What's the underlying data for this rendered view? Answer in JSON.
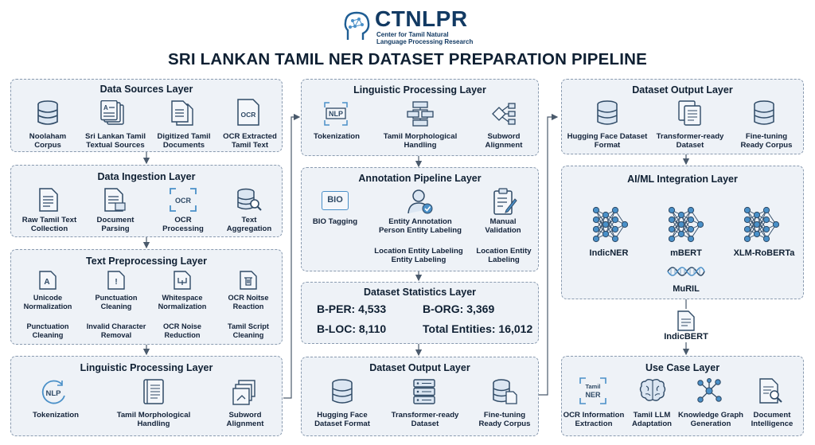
{
  "header": {
    "logo_name": "CTNLPR",
    "logo_subtitle_1": "Center for Tamil Natural",
    "logo_subtitle_2": "Language Processing Research",
    "title": "SRI LANKAN TAMIL NER DATASET PREPARATION PIPELINE"
  },
  "left": {
    "sources": {
      "title": "Data Sources Layer",
      "items": [
        {
          "label": "Noolaham\nCorpus",
          "icon": "database-icon"
        },
        {
          "label": "Sri Lankan Tamil\nTextual Sources",
          "icon": "documents-icon"
        },
        {
          "label": "Digitized Tamil\nDocuments",
          "icon": "files-icon"
        },
        {
          "label": "OCR Extracted\nTamil Text",
          "icon": "ocr-document-icon",
          "icon_text": "OCR"
        }
      ]
    },
    "ingestion": {
      "title": "Data Ingestion Layer",
      "items": [
        {
          "label": "Raw Tamil Text\nCollection",
          "icon": "document-icon"
        },
        {
          "label": "Document\nParsing",
          "icon": "document-parse-icon"
        },
        {
          "label": "OCR\nProcessing",
          "icon": "ocr-scan-icon",
          "icon_text": "OCR"
        },
        {
          "label": "Text\nAggregation",
          "icon": "database-search-icon"
        }
      ]
    },
    "preprocessing": {
      "title": "Text Preprocessing Layer",
      "items": [
        {
          "label": "Unicode\nNormalization",
          "sub": "Punctuation\nCleaning",
          "icon": "unicode-icon",
          "icon_text": "A"
        },
        {
          "label": "Punctuation\nCleaning",
          "sub": "Invalid Character\nRemoval",
          "icon": "punctuation-icon",
          "icon_text": "!"
        },
        {
          "label": "Whitespace\nNormalization",
          "sub": "OCR Noise\nReduction",
          "icon": "whitespace-icon"
        },
        {
          "label": "OCR Noitse\nReaction",
          "sub": "Tamil Script\nCleaning",
          "icon": "trash-icon"
        }
      ]
    },
    "linguistic": {
      "title": "Linguistic Processing Layer",
      "items": [
        {
          "label": "Tokenization",
          "icon": "nlp-icon",
          "icon_text": "NLP"
        },
        {
          "label": "Tamil Morphological\nHandling",
          "icon": "morphology-book-icon"
        },
        {
          "label": "Subword\nAlignment",
          "icon": "subword-stack-icon"
        }
      ]
    }
  },
  "middle": {
    "linguistic": {
      "title": "Linguistic Processing Layer",
      "items": [
        {
          "label": "Tokenization",
          "icon": "nlp-tag-icon",
          "icon_text": "NLP"
        },
        {
          "label": "Tamil Morphological\nHandling",
          "icon": "tree-icon"
        },
        {
          "label": "Subword\nAlignment",
          "icon": "alignment-icon"
        }
      ]
    },
    "annotation": {
      "title": "Annotation Pipeline Layer",
      "items": [
        {
          "label": "BIO Tagging",
          "icon": "bio-icon",
          "icon_text": "BIO"
        },
        {
          "label": "Entity Annotation\nPerson Entity Labeling",
          "icon": "person-check-icon"
        },
        {
          "label": "Manual\nValidation",
          "icon": "clipboard-edit-icon"
        }
      ],
      "sub_items": [
        "Location Entity Labeling\nEntity Labeling",
        "Location Entity\nLabeling"
      ]
    },
    "stats": {
      "title": "Dataset Statistics Layer",
      "bper": "B-PER: 4,533",
      "borg": "B-ORG: 3,369",
      "bloc": "B-LOC: 8,110",
      "total": "Total Entities: 16,012"
    },
    "output": {
      "title": "Dataset Output Layer",
      "items": [
        {
          "label": "Hugging Face\nDataset Format",
          "icon": "database-icon"
        },
        {
          "label": "Transformer-ready\nDataset",
          "icon": "server-icon"
        },
        {
          "label": "Fine-tuning\nReady Corpus",
          "icon": "database-doc-icon"
        }
      ]
    }
  },
  "right": {
    "output": {
      "title": "Dataset Output Layer",
      "items": [
        {
          "label": "Hugging Face Dataset\nFormat",
          "icon": "database-icon"
        },
        {
          "label": "Transformer-ready\nDataset",
          "icon": "copy-icon"
        },
        {
          "label": "Fine-tuning\nReady Corpus",
          "icon": "database-icon"
        }
      ]
    },
    "aiml": {
      "title": "AI/ML Integration Layer",
      "models": [
        "IndicNER",
        "mBERT",
        "XLM-RoBERTa",
        "MuRIL"
      ],
      "icons": [
        "neural-network-icon",
        "dna-icon"
      ]
    },
    "bridge": {
      "label": "IndicBERT",
      "icon": "document-icon"
    },
    "usecase": {
      "title": "Use Case Layer",
      "items": [
        {
          "label": "OCR Information\nExtraction",
          "icon": "tamil-ner-icon",
          "icon_text_1": "Tamil",
          "icon_text_2": "NER"
        },
        {
          "label": "Tamil LLM\nAdaptation",
          "icon": "brain-icon"
        },
        {
          "label": "Knowledge Graph\nGeneration",
          "icon": "graph-icon"
        },
        {
          "label": "Document\nIntelligence",
          "icon": "document-search-icon"
        }
      ]
    }
  },
  "colors": {
    "panel_bg": "#eef2f7",
    "panel_border": "#8a9bb0",
    "icon_stroke": "#2f4a66",
    "icon_accent": "#4a90c8",
    "logo_text": "#123a63"
  }
}
